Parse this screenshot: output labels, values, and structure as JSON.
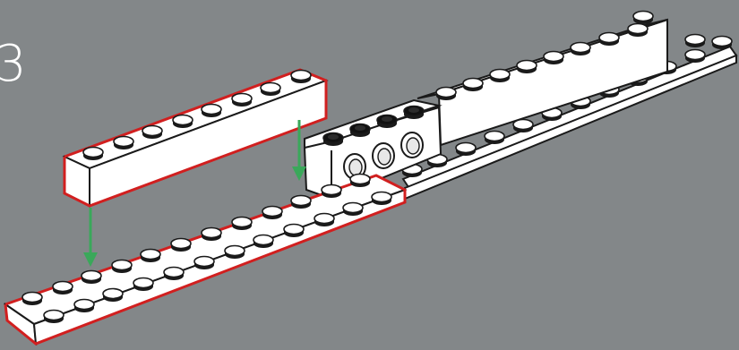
{
  "step": {
    "number": "3"
  },
  "colors": {
    "background": "#838789",
    "brick": "#ffffff",
    "outline": "#1a1a1a",
    "highlight": "#d11f1f",
    "arrow": "#3aa85a",
    "hole_dark": "#111111"
  },
  "parts": {
    "new_brick": {
      "kind": "brick",
      "length_studs": 8,
      "highlighted": true
    },
    "new_plate": {
      "kind": "plate",
      "size": "2x12",
      "highlighted": true
    },
    "existing_long_brick": {
      "kind": "brick",
      "length_studs": 8
    },
    "existing_technic_brick": {
      "kind": "technic brick",
      "holes": 3
    },
    "existing_plate": {
      "kind": "plate",
      "size": "2x10"
    }
  },
  "arrows": [
    {
      "direction": "down",
      "count": 2
    }
  ]
}
